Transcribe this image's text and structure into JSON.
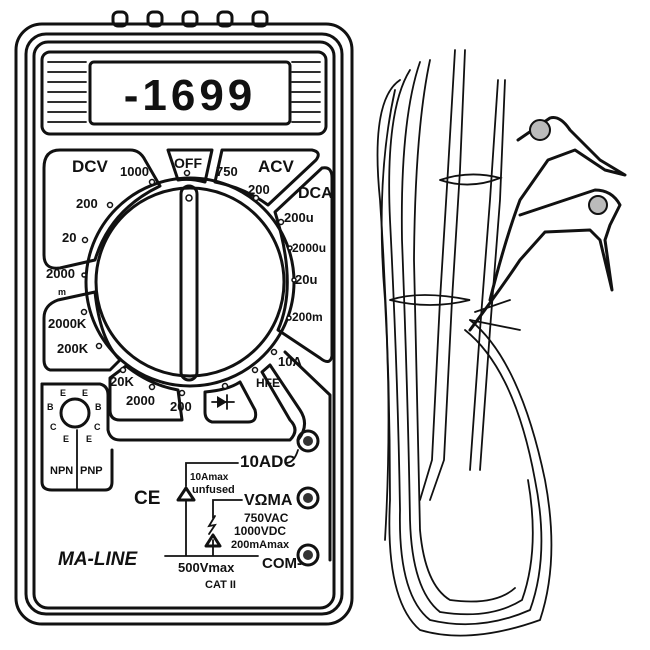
{
  "display": {
    "reading": "-1699"
  },
  "dial": {
    "groups": {
      "dcv": "DCV",
      "off": "OFF",
      "acv": "ACV",
      "dca": "DCA"
    },
    "dcv_ranges": [
      "1000",
      "200",
      "20",
      "2000",
      "m"
    ],
    "acv_ranges": [
      "750",
      "200"
    ],
    "dca_ranges": [
      "200u",
      "2000u",
      "20u",
      "200m"
    ],
    "other": {
      "amp10": "10A",
      "hfe": "HFE"
    },
    "ohm_ranges": [
      "2000K",
      "200K",
      "20K",
      "2000",
      "200"
    ]
  },
  "transistor_socket": {
    "pins_left": [
      "E",
      "B",
      "C",
      "E"
    ],
    "pins_right": [
      "E",
      "B",
      "C",
      "E"
    ],
    "npn": "NPN",
    "pnp": "PNP"
  },
  "jacks": {
    "adc": "10ADC",
    "adc_note": [
      "10Amax",
      "unfused"
    ],
    "vma": "VΩMA",
    "vma_note": [
      "750VAC",
      "1000VDC",
      "200mAmax"
    ],
    "com": "COM-",
    "com_note": [
      "500Vmax",
      "CAT II"
    ]
  },
  "marks": {
    "ce": "CE",
    "brand": "MA-LINE"
  }
}
